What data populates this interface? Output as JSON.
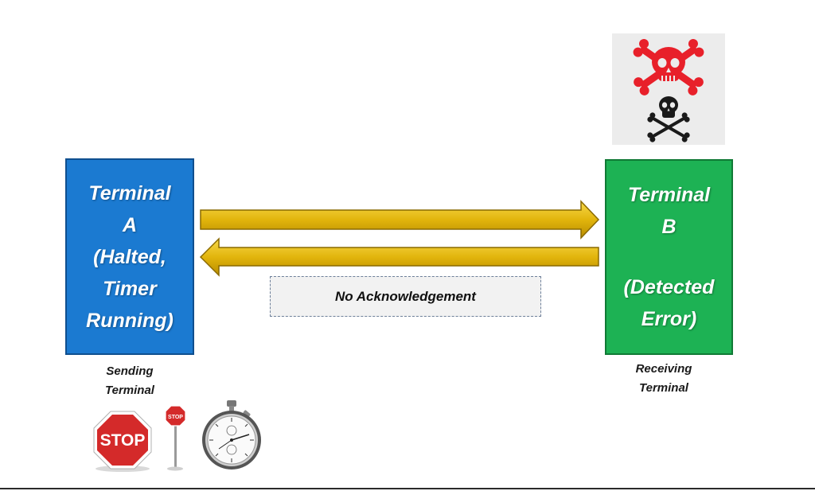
{
  "terminal_a": {
    "lines": [
      "Terminal",
      "A",
      "(Halted,",
      "Timer",
      "Running)"
    ],
    "caption_line1": "Sending",
    "caption_line2": "Terminal",
    "color": "#1b7ad1"
  },
  "terminal_b": {
    "lines": [
      "Terminal",
      "B",
      "(Detected",
      "Error)"
    ],
    "caption_line1": "Receiving",
    "caption_line2": "Terminal",
    "color": "#1db254"
  },
  "message": {
    "label": "No Acknowledgement"
  },
  "icons": {
    "stop_sign_large": "STOP",
    "stop_sign_small": "STOP",
    "stopwatch": "stopwatch-icon",
    "danger_red": "skull-crossbones-red-icon",
    "danger_black": "skull-crossbones-black-icon"
  },
  "colors": {
    "arrow_fill": "#e2b50c",
    "arrow_stroke": "#8a6a00",
    "stop_red": "#d42a2a",
    "skull_red": "#e8202a",
    "skull_black": "#1a1a1a"
  }
}
